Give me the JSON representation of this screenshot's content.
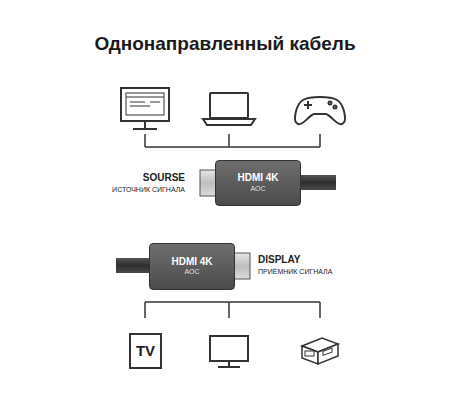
{
  "diagram": {
    "title": "Однонаправленный кабель",
    "nodes": [
      {
        "text": [
          "HDMI 4K",
          "AOC"
        ]
      },
      {
        "text": [
          "HDMI 4K",
          "AOC"
        ]
      },
      {
        "text": [
          "TV"
        ]
      }
    ],
    "labels": [
      "SOURSE",
      "ИСТОЧНИК СИГНАЛА",
      "DISPLAY",
      "ПРИЁМНИК СИГНАЛА"
    ]
  }
}
